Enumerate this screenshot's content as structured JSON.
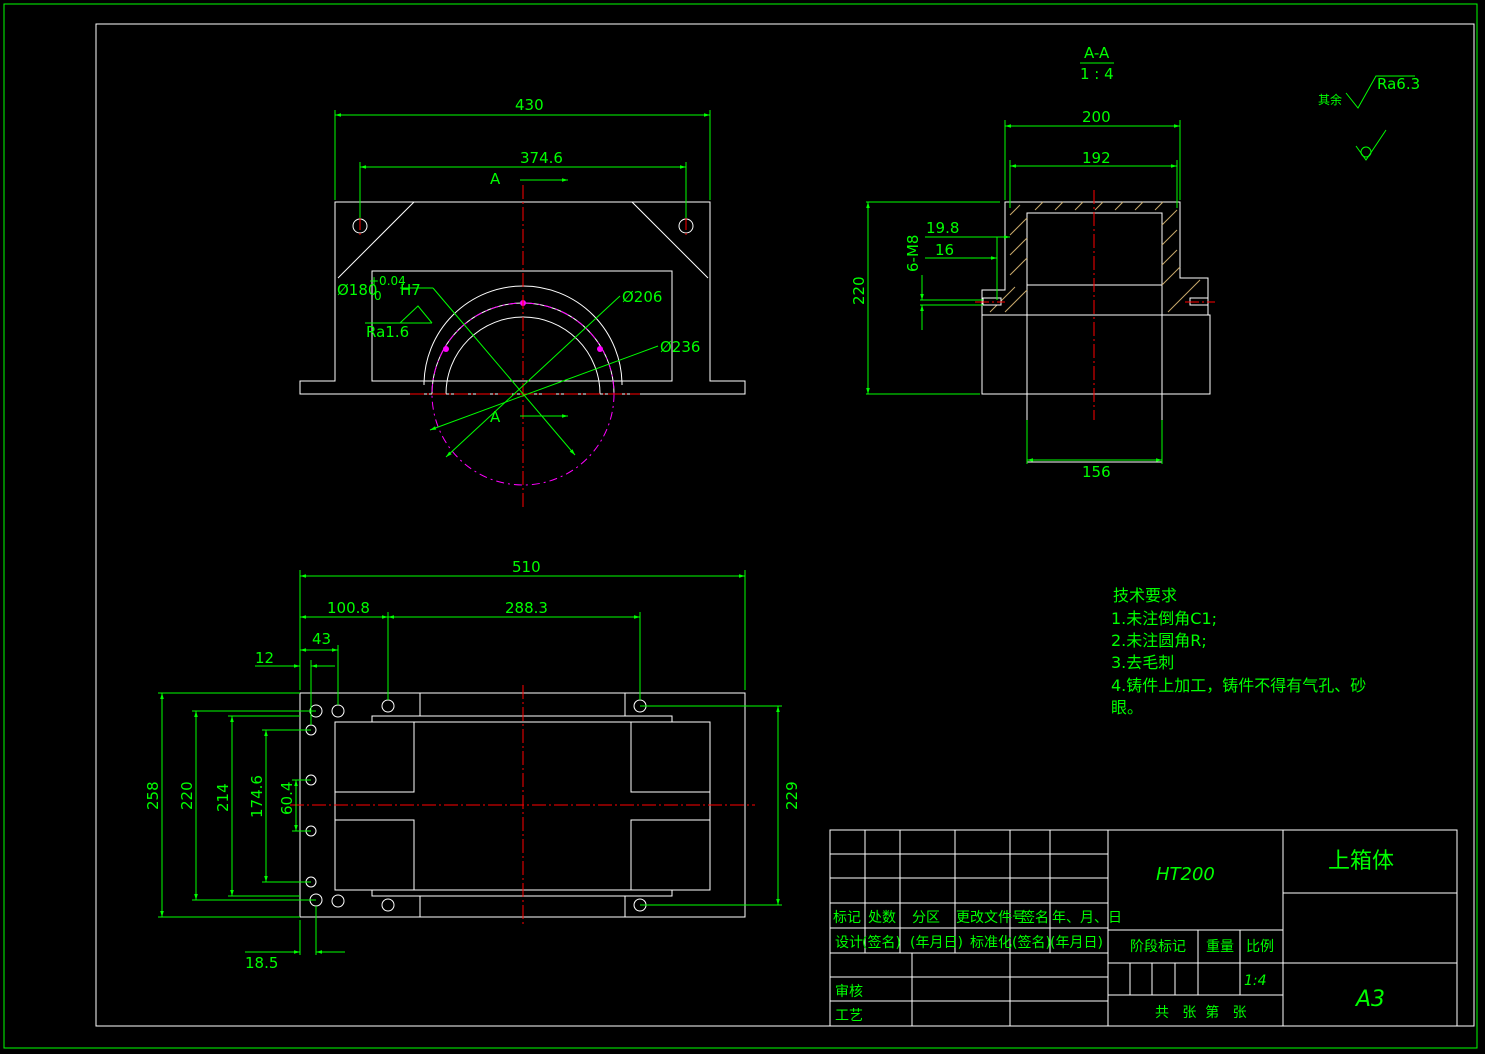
{
  "section": {
    "label": "A-A",
    "scale": "1 : 4"
  },
  "roughness": {
    "rest_label": "其余",
    "rest_value": "Ra6.3",
    "bore_value": "Ra1.6"
  },
  "front_view": {
    "dims": {
      "overall_width": "430",
      "hole_span": "374.6",
      "bore_main": "Ø180",
      "bore_tol_upper": "+0.04",
      "bore_tol_lower": "0",
      "bore_fit": "H7",
      "dia_206": "Ø206",
      "dia_236": "Ø236"
    },
    "section_mark": "A"
  },
  "side_view": {
    "dims": {
      "w200": "200",
      "w192": "192",
      "h220": "220",
      "d19_8": "19.8",
      "d16": "16",
      "thread": "6-M8",
      "w156": "156"
    }
  },
  "top_view": {
    "dims": {
      "w510": "510",
      "d100_8": "100.8",
      "d288_3": "288.3",
      "d43": "43",
      "d12": "12",
      "h258": "258",
      "h220": "220",
      "h214": "214",
      "h174_6": "174.6",
      "h60_4": "60.4",
      "h229": "229",
      "d18_5": "18.5"
    }
  },
  "tech_requirements": {
    "title": "技术要求",
    "items": [
      "1.未注倒角C1;",
      "2.未注圆角R;",
      "3.去毛刺",
      "4.铸件上加工，铸件不得有气孔、砂",
      "眼。"
    ]
  },
  "title_block": {
    "material": "HT200",
    "part_name": "上箱体",
    "sheet_size": "A3",
    "scale": "1:4",
    "header_row": [
      "标记",
      "处数",
      "分区",
      "更改文件号",
      "签名",
      "年、月、日"
    ],
    "design_row": [
      "设计",
      "(签名)",
      "(年月日)",
      "标准化",
      "(签名)",
      "(年月日)"
    ],
    "stage_label": "阶段标记",
    "weight_label": "重量",
    "ratio_label": "比例",
    "review_label": "审核",
    "process_label": "工艺",
    "sheet_info": "共   张  第   张"
  },
  "colors": {
    "dimension": "#00ff00",
    "outline": "#ffffff",
    "centerline": "#ff0000",
    "pitch_circle": "#ff00ff",
    "hatch": "#c8a96b"
  }
}
